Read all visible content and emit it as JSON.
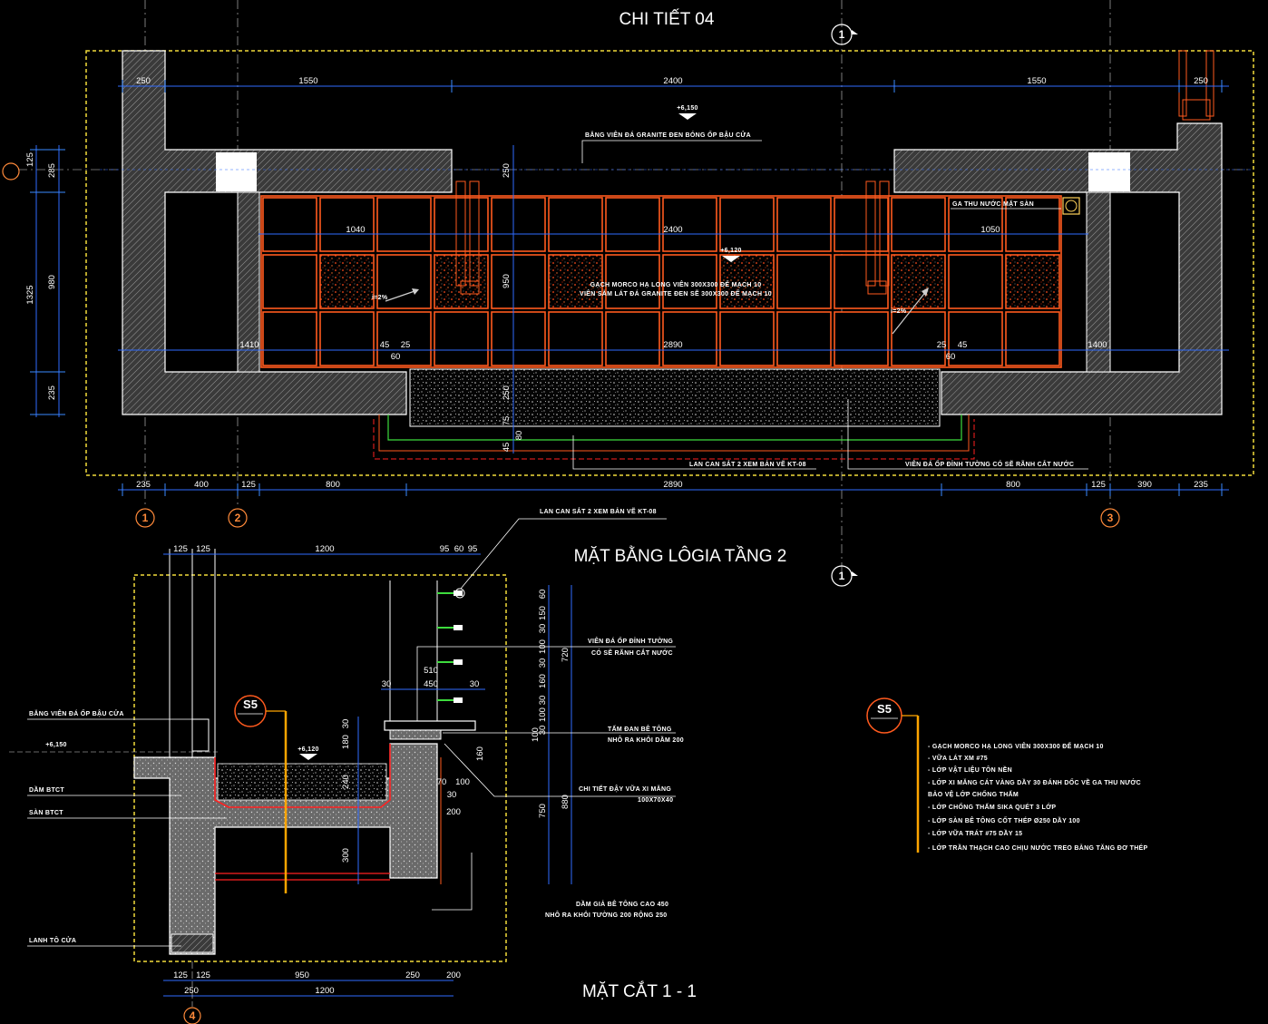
{
  "titles": {
    "detail": "CHI TIẾT 04",
    "plan": "MẶT BẰNG LÔGIA TẦNG 2",
    "section": "MẶT CẮT 1 - 1"
  },
  "axes": {
    "a1": "1",
    "a2": "2",
    "a3": "3",
    "a4": "4",
    "cut": "1"
  },
  "levels": {
    "top_upper": "+6,150",
    "top_floor": "+6,120",
    "sec_upper": "+6,150",
    "sec_floor": "+6,120"
  },
  "plan_dims": {
    "top": [
      "250",
      "1550",
      "2400",
      "1550",
      "250"
    ],
    "mid": [
      "1040",
      "2400",
      "1050"
    ],
    "bottom_in": [
      "1410",
      "2890",
      "1400"
    ],
    "left_small": [
      "45",
      "25",
      "60"
    ],
    "right_small": [
      "25",
      "45",
      "60"
    ],
    "vertical_left": [
      "125",
      "285",
      "980",
      "235",
      "1325"
    ],
    "vertical_mid": [
      "250",
      "950",
      "250",
      "75",
      "45",
      "80"
    ],
    "bottom": [
      "235",
      "400",
      "125",
      "800",
      "2890",
      "800",
      "125",
      "390",
      "235"
    ],
    "slopes": [
      "i=2%",
      "i=2%"
    ]
  },
  "plan_notes": {
    "sill": "BĂNG VIÊN ĐÁ GRANITE ĐEN BÓNG ỐP BẬU CỬA",
    "drain": "GA THU NƯỚC MẶT SÀN",
    "floor1": "GẠCH MORCO HẠ LONG VIÊN 300X300 ĐỂ MẠCH 10",
    "floor2": "VIÊN SẴM LÁT ĐÁ GRANITE ĐEN SẼ 300X300 ĐỂ MẠCH 10",
    "railing": "LAN CAN SẮT 2 XEM BẢN VẼ KT-08",
    "coping": "VIÊN ĐÁ ỐP ĐỈNH TƯỜNG CÓ SẼ RÃNH CẮT NƯỚC"
  },
  "section_dims": {
    "top": [
      "125",
      "125",
      "1200",
      "95",
      "60",
      "95"
    ],
    "right_a": [
      "60",
      "150",
      "30",
      "100",
      "30",
      "160",
      "30",
      "100",
      "30",
      "100"
    ],
    "right_b": [
      "720",
      "880",
      "750"
    ],
    "coping": [
      "510",
      "30",
      "450",
      "30"
    ],
    "inner": [
      "30",
      "180",
      "240",
      "300",
      "160",
      "70",
      "100",
      "30",
      "200"
    ],
    "bottom1": [
      "125",
      "125",
      "950",
      "250",
      "200"
    ],
    "bottom2": [
      "250",
      "1200"
    ]
  },
  "section_notes": {
    "railing": "LAN CAN SẮT 2 XEM BẢN VẼ KT-08",
    "coping1": "VIÊN ĐÁ ỐP ĐỈNH TƯỜNG",
    "coping2": "CÓ SẼ RÃNH CẮT NƯỚC",
    "slab1": "TẤM ĐAN BÊ TÔNG",
    "slab2": "NHÔ RA KHỎI DẦM 200",
    "drip1": "CHI TIẾT ĐẬY VỮA XI MĂNG",
    "drip2": "100X70X40",
    "beam1": "DẦM GIẢ BÊ TÔNG CAO 450",
    "beam2": "NHÔ RA KHỎI TƯỜNG 200 RỘNG 250",
    "sill": "BĂNG VIÊN ĐÁ ỐP BẬU CỬA",
    "dam": "DẦM BTCT",
    "san": "SÀN BTCT",
    "lanhto": "LANH TÔ CỬA"
  },
  "legend": {
    "tag": "S5",
    "lines": [
      "- GẠCH MORCO HẠ LONG VIÊN 300X300 ĐỂ MẠCH 10",
      "- VỮA LÁT XM #75",
      "- LỚP VẬT LIỆU TÔN NỀN",
      "- LỚP XI MĂNG CÁT VÀNG DẦY 30 ĐÁNH DỐC VỀ GA THU NƯỚC",
      "  BẢO VỆ LỚP CHỐNG THẤM",
      "- LỚP CHỐNG THẤM SIKA QUÉT 3 LỚP",
      "- LỚP SÀN BÊ TÔNG CỐT THÉP Ø250 DẦY 100",
      "- LỚP VỮA TRÁT #75 DẦY 15",
      "- LỚP TRẦN THẠCH CAO CHỊU NƯỚC TREO BẰNG TĂNG ĐƠ THÉP"
    ]
  },
  "colors": {
    "dim": "#2f6bff",
    "tile": "#ff5a1e",
    "hatch": "#bdbdbd",
    "frame": "#f2dc3b",
    "axis": "#ff8a3a",
    "green": "#3ddc3d",
    "orange": "#ffa500"
  }
}
